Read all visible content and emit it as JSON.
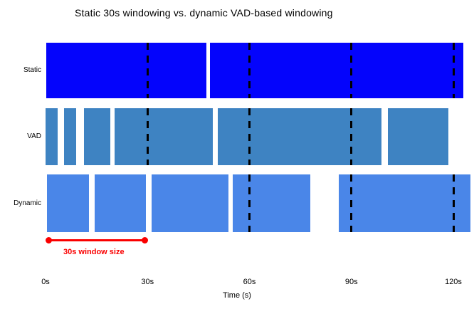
{
  "chart_data": {
    "type": "bar",
    "variant": "horizontal-timeline-gantt",
    "title": "Static 30s windowing vs. dynamic VAD-based windowing",
    "xlabel": "Time (s)",
    "xlim": [
      0,
      126
    ],
    "grid": "dashed vertical 30s window boundaries drawn across bars",
    "legend_position": "none",
    "window_size_s": 30,
    "x_ticks": [
      {
        "value": 0,
        "label": "0s"
      },
      {
        "value": 30,
        "label": "30s"
      },
      {
        "value": 60,
        "label": "60s"
      },
      {
        "value": 90,
        "label": "90s"
      },
      {
        "value": 120,
        "label": "120s"
      }
    ],
    "rows": [
      {
        "name": "static-30s-windows",
        "label": "Static",
        "color": "#0404fc",
        "segments": [
          [
            0.2,
            47.3
          ],
          [
            48.4,
            122.9
          ]
        ],
        "boundaries_s": [
          30,
          60,
          90,
          120
        ]
      },
      {
        "name": "vad-speech-segments",
        "label": "VAD",
        "color": "#3e83c2",
        "segments": [
          [
            0.0,
            3.6
          ],
          [
            5.4,
            9.0
          ],
          [
            11.3,
            19.1
          ],
          [
            20.3,
            49.2
          ],
          [
            50.7,
            98.8
          ],
          [
            100.7,
            118.5
          ]
        ],
        "boundaries_s": [
          30,
          60,
          90
        ]
      },
      {
        "name": "dynamic-windows",
        "label": "Dynamic",
        "color": "#4a86e8",
        "segments": [
          [
            0.4,
            12.8
          ],
          [
            14.5,
            29.5
          ],
          [
            31.2,
            53.8
          ],
          [
            55.1,
            77.9
          ],
          [
            86.3,
            125.0
          ]
        ],
        "boundaries_s": [
          60,
          90,
          120
        ]
      }
    ],
    "annotation": {
      "label": "30s window size",
      "color": "#fa0000",
      "span_s": [
        0.8,
        29.3
      ]
    }
  }
}
